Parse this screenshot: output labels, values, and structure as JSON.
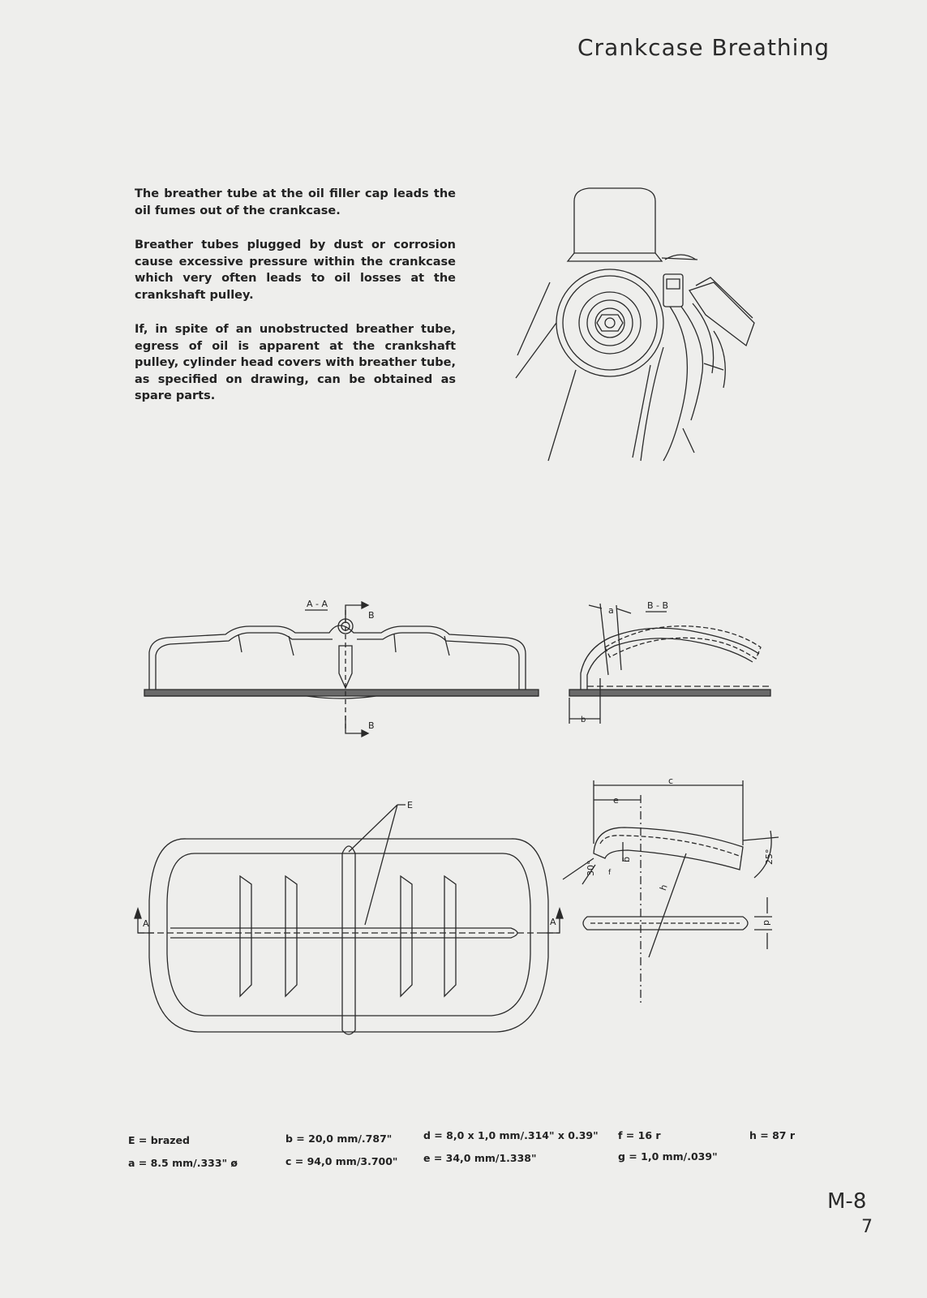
{
  "title": "Crankcase Breathing",
  "paragraphs": [
    "The breather tube at the oil filler cap leads the oil fumes out of the crankcase.",
    "Breather tubes plugged by dust or corrosion cause excessive pressure within the crankcase which very often leads to oil losses at the crankshaft pulley.",
    "If, in spite of an unobstructed breather tube, egress of oil is apparent at the crankshaft pulley, cylinder head covers with breather tube, as specified on drawing, can be obtained as spare parts."
  ],
  "drawing_labels": {
    "section_aa": "A - A",
    "section_bb": "B - B",
    "b_marker_top": "B",
    "b_marker_bottom": "B",
    "dim_a": "a",
    "dim_b": "b",
    "dim_c": "c",
    "dim_d": "d",
    "dim_e": "e",
    "dim_f": "f",
    "dim_g": "g",
    "dim_h": "h",
    "angle_30": "30°",
    "angle_25": "25°",
    "callout_e": "E",
    "a_marker_left": "A",
    "a_marker_right": "A"
  },
  "specs": {
    "E": "E = brazed",
    "a": "a = 8.5 mm/.333\" ø",
    "b": "b = 20,0 mm/.787\"",
    "c": "c = 94,0 mm/3.700\"",
    "d": "d = 8,0 x 1,0 mm/.314\" x 0.39\"",
    "e": "e = 34,0 mm/1.338\"",
    "f": "f = 16 r",
    "g": "g = 1,0 mm/.039\"",
    "h": "h = 87 r"
  },
  "page_code": "M-8",
  "page_number": "7"
}
